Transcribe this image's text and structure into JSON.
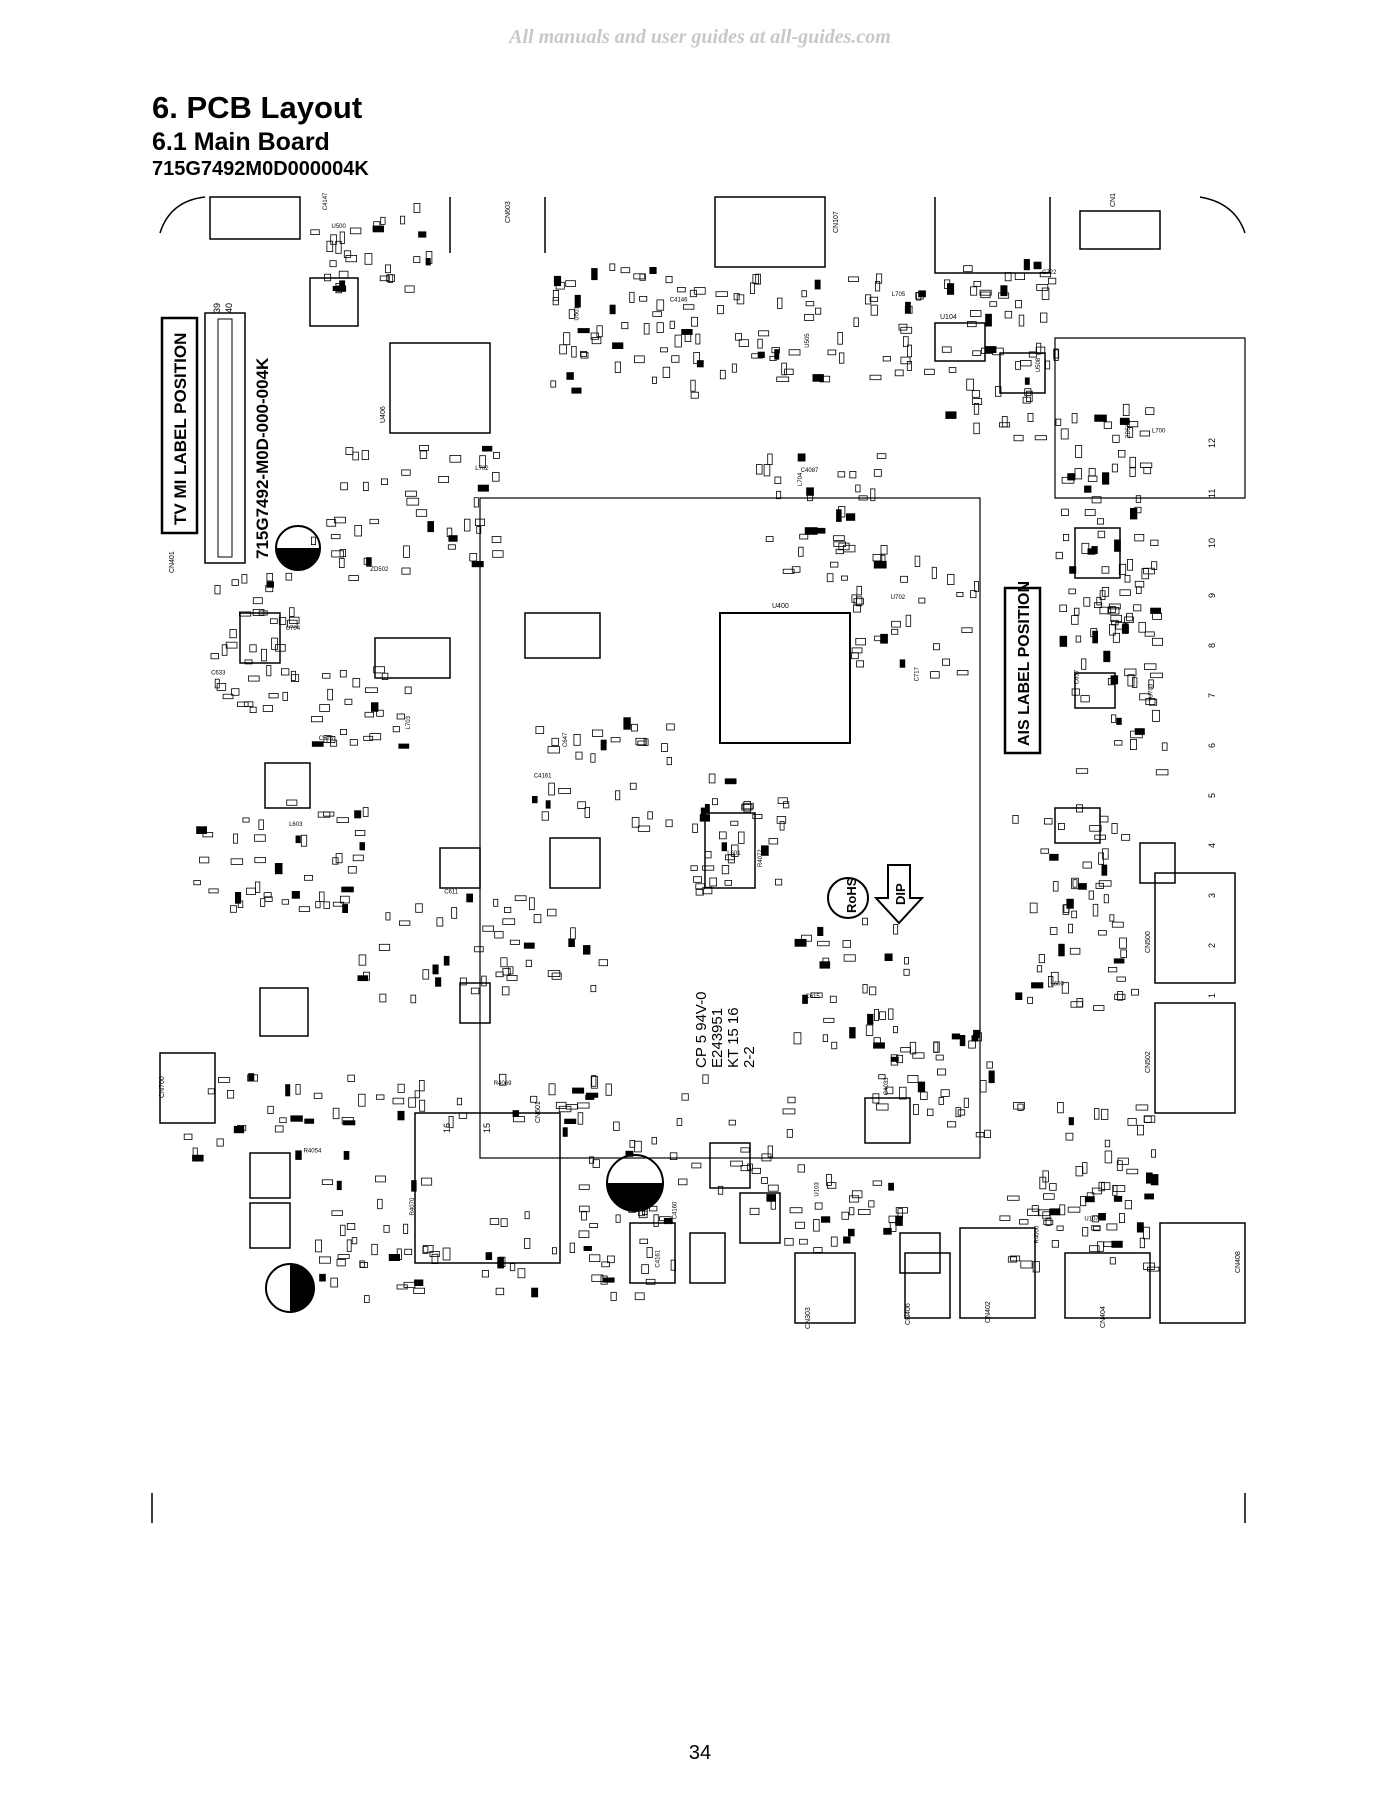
{
  "watermark": "All manuals and user guides at all-guides.com",
  "section": {
    "title": "6. PCB Layout",
    "subtitle": "6.1 Main Board",
    "part_number": "715G7492M0D000004K"
  },
  "board": {
    "silk_part_number": "715G7492-M0D-000-004K",
    "tv_mi_label": "TV MI LABEL POSITION",
    "ais_label": "AIS LABEL POSITION",
    "rohs": "RoHS",
    "dip": "DIP",
    "ul_marks": [
      "CP 5 94V-0",
      "E243951",
      "KT 15 16",
      "2-2"
    ],
    "chips": {
      "main_soc": "U400",
      "usb_hub": "U406",
      "dcdc": "U104"
    },
    "connectors": [
      "CN603",
      "CN107",
      "CN110",
      "CN601",
      "CN401",
      "CN700",
      "CN602",
      "CN500",
      "CN502",
      "CN402",
      "CN404",
      "CN406",
      "CN408",
      "CN303"
    ],
    "silk_labels": [
      "C4147",
      "C4146",
      "L705",
      "C722",
      "L700",
      "L702",
      "L704",
      "C717",
      "C637",
      "C633",
      "C628",
      "C647",
      "L601",
      "L603",
      "L600",
      "C611",
      "C615",
      "C4033",
      "R4054",
      "R4069",
      "C4160",
      "U103",
      "U107",
      "R4000",
      "R4070",
      "C4161",
      "U500",
      "U501",
      "U505",
      "U508",
      "ZD501",
      "ZD502",
      "C4087",
      "U702",
      "U703",
      "U704",
      "L703",
      "C4161",
      "R4072"
    ],
    "pin_numbers": [
      "12",
      "11",
      "10",
      "9",
      "8",
      "7",
      "6",
      "5",
      "4",
      "3",
      "2",
      "1",
      "39",
      "40",
      "16",
      "15"
    ]
  },
  "page_number": "34"
}
